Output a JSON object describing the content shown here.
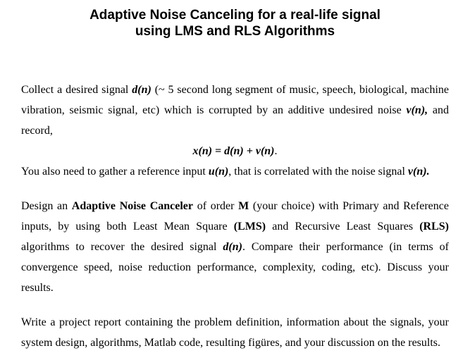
{
  "page": {
    "background_color": "#ffffff",
    "text_color": "#000000"
  },
  "title": {
    "line1": "Adaptive Noise Canceling for a real-life signal",
    "line2": "using LMS and RLS Algorithms"
  },
  "content": {
    "para_collect": {
      "runs": [
        "Collect a desired signal ",
        "d(n)",
        " (~ 5 second long segment of music, speech, biological, machine vibration, seismic signal, etc) which is corrupted by an additive undesired noise ",
        "v(n),",
        " and record,"
      ]
    },
    "equation": {
      "formula": "x(n) = d(n) + v(n)",
      "period": "."
    },
    "para_reference": {
      "runs": [
        "You also need to gather a reference input ",
        "u(n)",
        ", that is correlated with the noise signal ",
        "v(n)."
      ]
    },
    "para_design": {
      "runs": [
        "Design an ",
        "Adaptive Noise Canceler",
        " of order ",
        "M",
        " (your choice) with Primary and Reference inputs, by using both Least Mean Square ",
        "(LMS)",
        " and Recursive Least Squares ",
        "(RLS)",
        " algorithms to recover the desired signal ",
        "d(n)",
        ". Compare their performance (in terms of convergence speed, noise reduction performance, complexity, coding, etc). Discuss your results."
      ]
    },
    "para_report": {
      "runs": [
        "Write a project report containing the problem definition, information about the signals, your system design, algorithms, Matlab code, resulting figüres, and your discussion on the results."
      ]
    }
  }
}
